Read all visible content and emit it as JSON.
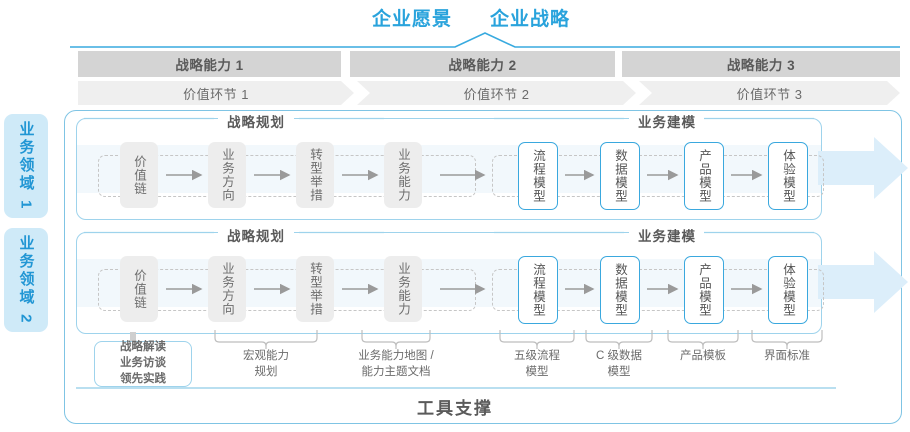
{
  "header": {
    "vision_label": "企业愿景",
    "strategy_label": "企业战略"
  },
  "capabilities": [
    {
      "label": "战略能力 1"
    },
    {
      "label": "战略能力 2"
    },
    {
      "label": "战略能力 3"
    }
  ],
  "value_links": [
    {
      "label": "价值环节 1"
    },
    {
      "label": "价值环节 2"
    },
    {
      "label": "价值环节 3"
    }
  ],
  "domains": [
    {
      "tab_label": "业务领域 1",
      "sections": [
        {
          "title": "战略规划"
        },
        {
          "title": "业务建模"
        }
      ],
      "stages": [
        {
          "label": "价值链",
          "style": "gray"
        },
        {
          "label": "业务方向",
          "style": "gray"
        },
        {
          "label": "转型举措",
          "style": "gray"
        },
        {
          "label": "业务能力",
          "style": "gray"
        },
        {
          "label": "流程模型",
          "style": "blue"
        },
        {
          "label": "数据模型",
          "style": "blue"
        },
        {
          "label": "产品模型",
          "style": "blue"
        },
        {
          "label": "体验模型",
          "style": "blue"
        }
      ]
    },
    {
      "tab_label": "业务领域 2",
      "sections": [
        {
          "title": "战略规划"
        },
        {
          "title": "业务建模"
        }
      ],
      "stages": [
        {
          "label": "价值链",
          "style": "gray"
        },
        {
          "label": "业务方向",
          "style": "gray"
        },
        {
          "label": "转型举措",
          "style": "gray"
        },
        {
          "label": "业务能力",
          "style": "gray"
        },
        {
          "label": "流程模型",
          "style": "blue"
        },
        {
          "label": "数据模型",
          "style": "blue"
        },
        {
          "label": "产品模型",
          "style": "blue"
        },
        {
          "label": "体验模型",
          "style": "blue"
        }
      ]
    }
  ],
  "tools": {
    "pill": "战略解读\n业务访谈\n领先实践",
    "pill_lines": [
      "战略解读",
      "业务访谈",
      "领先实践"
    ],
    "items": [
      {
        "lines": [
          "宏观能力",
          "规划"
        ]
      },
      {
        "lines": [
          "业务能力地图 /",
          "能力主题文档"
        ]
      },
      {
        "lines": [
          "五级流程",
          "模型"
        ]
      },
      {
        "lines": [
          "C 级数据",
          "模型"
        ]
      },
      {
        "lines": [
          "产品模板"
        ]
      },
      {
        "lines": [
          "界面标准"
        ]
      }
    ],
    "support_title": "工具支撑"
  },
  "colors": {
    "accent_blue": "#29a3dc",
    "band_gray": "#d4d4d4",
    "value_gray": "#efefef",
    "row_border": "#9ed3ec",
    "tab_bg": "#cfeaf8"
  }
}
